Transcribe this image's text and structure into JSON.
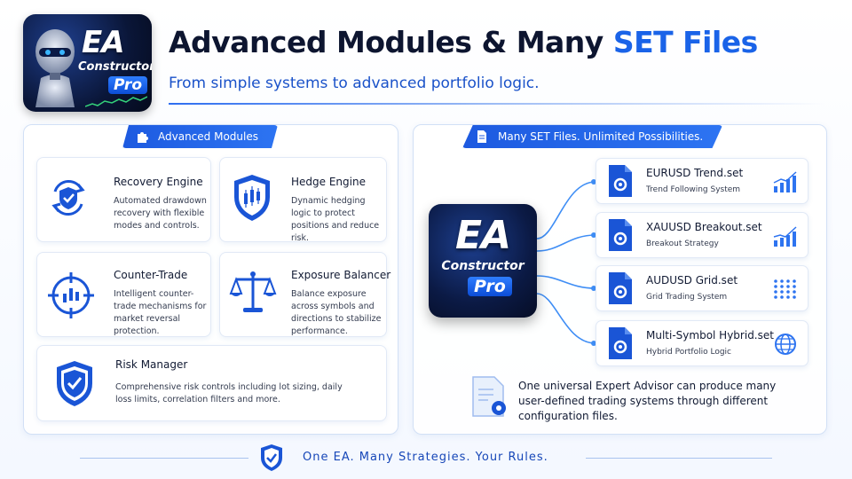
{
  "header": {
    "title_main": "Advanced Modules & Many ",
    "title_highlight": "SET Files",
    "subtitle": "From simple systems to advanced portfolio logic."
  },
  "logo": {
    "ea": "EA",
    "constructor": "Constructor",
    "pro": "Pro"
  },
  "left_panel": {
    "pill_label": "Advanced Modules",
    "modules": [
      {
        "title": "Recovery Engine",
        "description": "Automated drawdown recovery with flexible modes and controls.",
        "icon": "recovery-shield-icon"
      },
      {
        "title": "Hedge Engine",
        "description": "Dynamic hedging logic to protect positions and reduce risk.",
        "icon": "hedge-shield-icon"
      },
      {
        "title": "Counter-Trade",
        "description": "Intelligent counter-trade mechanisms for market reversal protection.",
        "icon": "crosshair-chart-icon"
      },
      {
        "title": "Exposure Balancer",
        "description": "Balance exposure across symbols and directions to stabilize performance.",
        "icon": "scales-icon"
      },
      {
        "title": "Risk Manager",
        "description": "Comprehensive risk controls including lot sizing, daily loss limits, correlation filters and more.",
        "icon": "check-shield-icon"
      }
    ]
  },
  "right_panel": {
    "pill_label": "Many SET Files. Unlimited Possibilities.",
    "files": [
      {
        "name": "EURUSD Trend.set",
        "subtitle": "Trend Following System",
        "icon": "trend-chart-icon"
      },
      {
        "name": "XAUUSD Breakout.set",
        "subtitle": "Breakout Strategy",
        "icon": "breakout-chart-icon"
      },
      {
        "name": "AUDUSD Grid.set",
        "subtitle": "Grid Trading System",
        "icon": "grid-dots-icon"
      },
      {
        "name": "Multi-Symbol Hybrid.set",
        "subtitle": "Hybrid Portfolio Logic",
        "icon": "globe-icon"
      }
    ],
    "universal_text": "One universal Expert Advisor can produce many user-defined trading systems through different configuration files."
  },
  "footer": {
    "tagline": "One EA. Many Strategies. Your Rules."
  },
  "colors": {
    "accent": "#1a63e8",
    "dark_navy": "#0d1530",
    "tile_bg": "#0b1a45"
  }
}
